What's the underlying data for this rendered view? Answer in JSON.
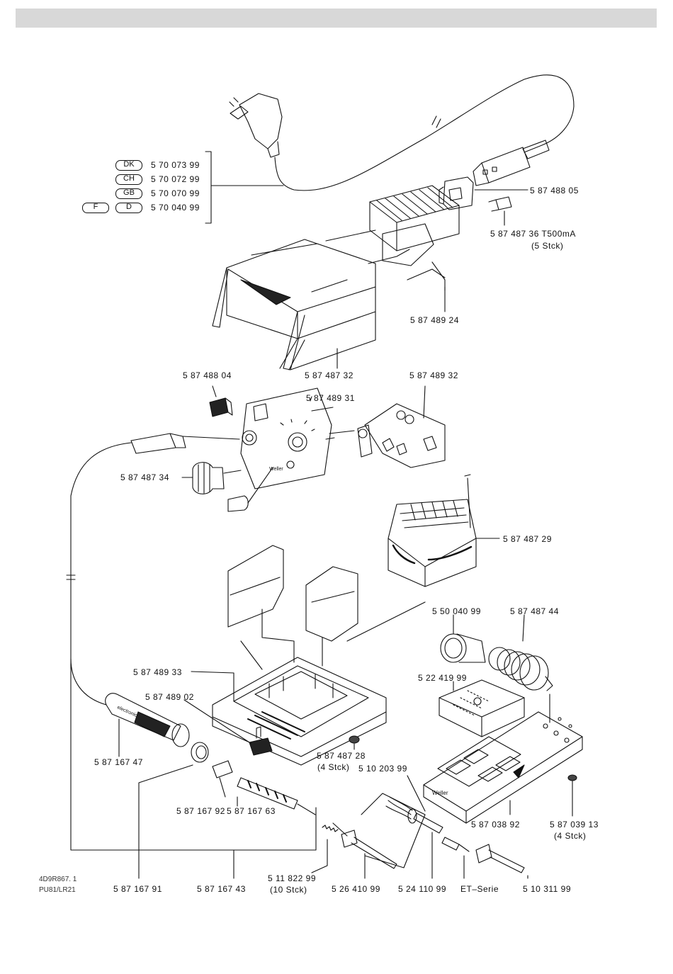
{
  "country_codes": [
    {
      "badges": [
        "DK"
      ],
      "number": "5 70 073 99"
    },
    {
      "badges": [
        "CH"
      ],
      "number": "5 70 072 99"
    },
    {
      "badges": [
        "GB"
      ],
      "number": "5 70 070 99"
    },
    {
      "badges": [
        "F",
        "D"
      ],
      "number": "5 70 040 99"
    }
  ],
  "parts": {
    "socket": "5 87 488 05",
    "fuse": "5 87 487 36  T500mA",
    "fuse_qty": "(5  Stck)",
    "bracket": "5 87 489 24",
    "cover": "5 87 487 32",
    "switch": "5 87 488 04",
    "front_panel": "5 87 489 31",
    "pcb": "5 87 489 32",
    "connector": "5 87 487 34",
    "transformer": "5 87 487 29",
    "sponge_holder": "5 50 040 99",
    "spiral": "5 87 487 44",
    "sponge": "5 22 419 99",
    "base": "5 87 489 33",
    "base_part": "5 87 489 02",
    "foot": "5 87 487 28",
    "foot_qty": "(4  Stck)",
    "iron_handle": "5 87 167 47",
    "nut": "5 87 167 92",
    "heating": "5 87 167 63",
    "tip_nut": "5 10 203 99",
    "stand": "5 87 038 92",
    "stand_foot": "5 87 039 13",
    "stand_foot_qty": "(4  Stck)",
    "ring": "5 87 167 91",
    "cable": "5 87 167 43",
    "spring": "5 11 822 99",
    "spring_qty": "(10  Stck)",
    "sleeve": "5 26 410 99",
    "tip_holder": "5 24 110 99",
    "et_series": "ET–Serie",
    "tip": "5 10 311 99"
  },
  "drawing_id": {
    "line1": "4D9R867. 1",
    "line2": "PU81/LR21"
  },
  "printed_labels": {
    "panel_brand": "Weller",
    "iron_brand": "electronic",
    "stand_brand": "Weller"
  }
}
